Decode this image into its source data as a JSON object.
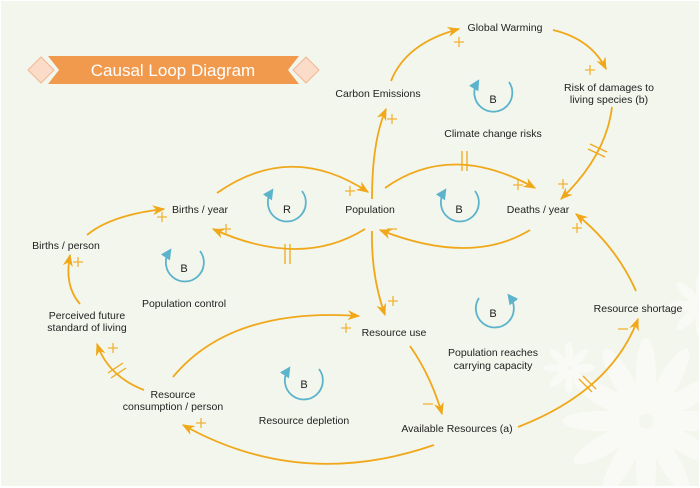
{
  "title": "Causal Loop Diagram",
  "colors": {
    "background": "#f3f6ec",
    "banner": "#f19a4e",
    "banner_diamond": "#fbdcc8",
    "arrow": "#f0a81a",
    "polarity": "#f2b233",
    "loop_icon": "#5bb3cc",
    "text": "#222222"
  },
  "nodes": {
    "global_warming": "Global Warming",
    "carbon_emissions": "Carbon Emissions",
    "risk_damages_line1": "Risk of damages to",
    "risk_damages_line2": "living species (b)",
    "births_year": "Births / year",
    "population": "Population",
    "deaths_year": "Deaths / year",
    "births_person": "Births / person",
    "perceived_line1": "Perceived future",
    "perceived_line2": "standard of living",
    "resource_use": "Resource use",
    "resource_shortage": "Resource shortage",
    "resource_consumption_line1": "Resource",
    "resource_consumption_line2": "consumption / person",
    "available_resources": "Available Resources (a)"
  },
  "loops": [
    {
      "id": "climate",
      "type": "B",
      "label_lines": [
        "Climate change risks"
      ]
    },
    {
      "id": "reinforcing",
      "type": "R",
      "label_lines": []
    },
    {
      "id": "deaths",
      "type": "B",
      "label_lines": []
    },
    {
      "id": "population_control",
      "type": "B",
      "label_lines": [
        "Population control"
      ]
    },
    {
      "id": "carrying_capacity",
      "type": "B",
      "label_lines": [
        "Population reaches",
        "carrying capacity"
      ]
    },
    {
      "id": "resource_depletion",
      "type": "B",
      "label_lines": [
        "Resource depletion"
      ]
    }
  ],
  "links": [
    {
      "from": "Carbon Emissions",
      "to": "Global Warming",
      "polarity": "+",
      "delay": false
    },
    {
      "from": "Global Warming",
      "to": "Risk of damages to living species (b)",
      "polarity": "+",
      "delay": false
    },
    {
      "from": "Risk of damages to living species (b)",
      "to": "Deaths / year",
      "polarity": "+",
      "delay": true
    },
    {
      "from": "Population",
      "to": "Carbon Emissions",
      "polarity": "+",
      "delay": false
    },
    {
      "from": "Births / year",
      "to": "Population",
      "polarity": "+",
      "delay": false
    },
    {
      "from": "Population",
      "to": "Births / year",
      "polarity": "+",
      "delay": true
    },
    {
      "from": "Population",
      "to": "Deaths / year",
      "polarity": "+",
      "delay": true
    },
    {
      "from": "Deaths / year",
      "to": "Population",
      "polarity": "−",
      "delay": false
    },
    {
      "from": "Births / person",
      "to": "Births / year",
      "polarity": "+",
      "delay": false
    },
    {
      "from": "Perceived future standard of living",
      "to": "Births / person",
      "polarity": "+",
      "delay": false
    },
    {
      "from": "Resource consumption / person",
      "to": "Perceived future standard of living",
      "polarity": "+",
      "delay": true
    },
    {
      "from": "Population",
      "to": "Resource use",
      "polarity": "+",
      "delay": false
    },
    {
      "from": "Resource consumption / person",
      "to": "Resource use",
      "polarity": "+",
      "delay": false
    },
    {
      "from": "Resource use",
      "to": "Available Resources (a)",
      "polarity": "−",
      "delay": false
    },
    {
      "from": "Available Resources (a)",
      "to": "Resource consumption / person",
      "polarity": "+",
      "delay": false
    },
    {
      "from": "Available Resources (a)",
      "to": "Resource shortage",
      "polarity": "−",
      "delay": true
    },
    {
      "from": "Resource shortage",
      "to": "Deaths / year",
      "polarity": "+",
      "delay": false
    }
  ]
}
